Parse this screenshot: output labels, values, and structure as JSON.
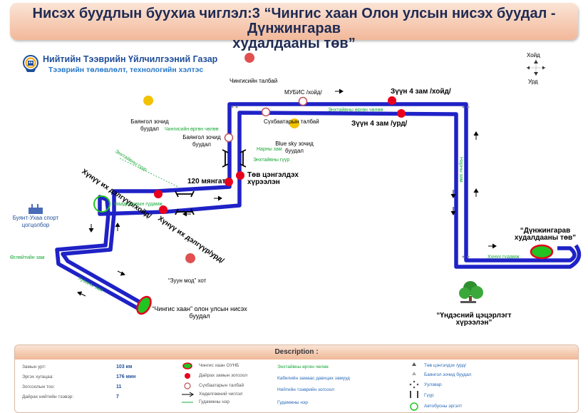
{
  "header": {
    "title_line1": "Нисэх буудлын буухиа чиглэл:3 “Чингис хаан Олон улсын нисэх буудал - Дүнжингарав",
    "title_line2": "худалдааны төв”",
    "background_color": "#f4c2a6"
  },
  "organization": {
    "name": "Нийтийн Тээврийн Үйлчилгээний Газар",
    "department": "Тээврийн төлөвлөлт, технологийн хэлтэс",
    "logo_icon": "ntug-logo-icon"
  },
  "compass": {
    "north": "Хойд",
    "south": "Урд"
  },
  "colors": {
    "route": "#1f22c6",
    "stop": "#e8001c",
    "terminal": "#22c422",
    "street_label": "#1aa83a",
    "title": "#1f2a52"
  },
  "map": {
    "stops": [
      "Зүүн 4 зам /хойд/",
      "Зүүн 4 зам /урд/",
      "120 мянгат",
      "Төв цэнгэлдэх хүрээлэн",
      "Хүнүү их дэлгүүр/хойд/",
      "Хүнүү их дэлгүүр/урд/"
    ],
    "skipped_stops": [
      "МУБИС /хойд/",
      "Сүхбаатарын талбай",
      "Баянгол зочид буудал"
    ],
    "pins": [
      "Чингисийн талбай",
      "Баянгол зочид буудал",
      "Blue sky зочид буудал",
      "“Зуун мод” хот"
    ],
    "streets": [
      "Энхтайвны өргөн чөлөө",
      "Чингисийн өргөн чөлөө",
      "Энхтайвны гүүр",
      "Энхтайвны гүүр",
      "Нарны зам",
      "Хүнүү гүдамж",
      "Наадамчдын гүдамж",
      "Хуваны зам",
      "Нарны зам",
      "Өглөйтийн зам"
    ],
    "origin": "“Чингис хаан” олон улсын нисэх буудал",
    "destination": "“Дүнжингарав худалдааны төв”",
    "landmark_left": "Буянт-Ухаа спорт цогцолбор",
    "park": "“Үндэсний цэцэрлэгт хүрээлэн”"
  },
  "description": {
    "title": "Description :",
    "stats": [
      {
        "label": "Замын урт:",
        "value": "103 км"
      },
      {
        "label": "Эргэх хугацаа:",
        "value": "176 мин"
      },
      {
        "label": "Зогсоолын тоо:",
        "value": "11"
      },
      {
        "label": "Дайрах нийтийн тээвэр:",
        "value": "7"
      }
    ],
    "legend_col1": [
      "Чингис хаан ОУНБ",
      "Дайрах замын зогсоол",
      "Сүхбаатарын талбай",
      "Хөдөлгөөний чиглэл",
      "Гудамжны нэр"
    ],
    "legend_col2": [
      "Энхтайвны өргөн чөлөө",
      "Кабелийн замаас давхцах замууд",
      "Нийтийн тээврийн зогсоол",
      "Гудамжны нэр"
    ],
    "legend_col3": [
      "Төв цэнгэлдэх /урд/",
      "Баянгол зочид буудал",
      "Уулзвар",
      "Гүүр",
      "Автобусны эргэлт"
    ]
  }
}
